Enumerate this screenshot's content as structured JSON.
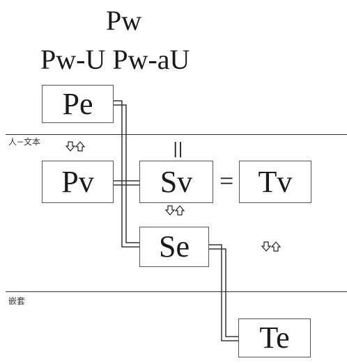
{
  "title": {
    "line1": "Pw",
    "line2": "Pw-U Pw-aU"
  },
  "labels": {
    "top_band": "人−文本",
    "bottom_band": "嵌套"
  },
  "nodes": {
    "pe": "Pe",
    "pv": "Pv",
    "sv": "Sv",
    "tv": "Tv",
    "se": "Se",
    "te": "Te"
  },
  "symbols": {
    "parallel": "||",
    "equals": "="
  },
  "icons": {
    "exchange_arrows": "down-up-arrow-pair",
    "connector": "double-line-connector"
  }
}
